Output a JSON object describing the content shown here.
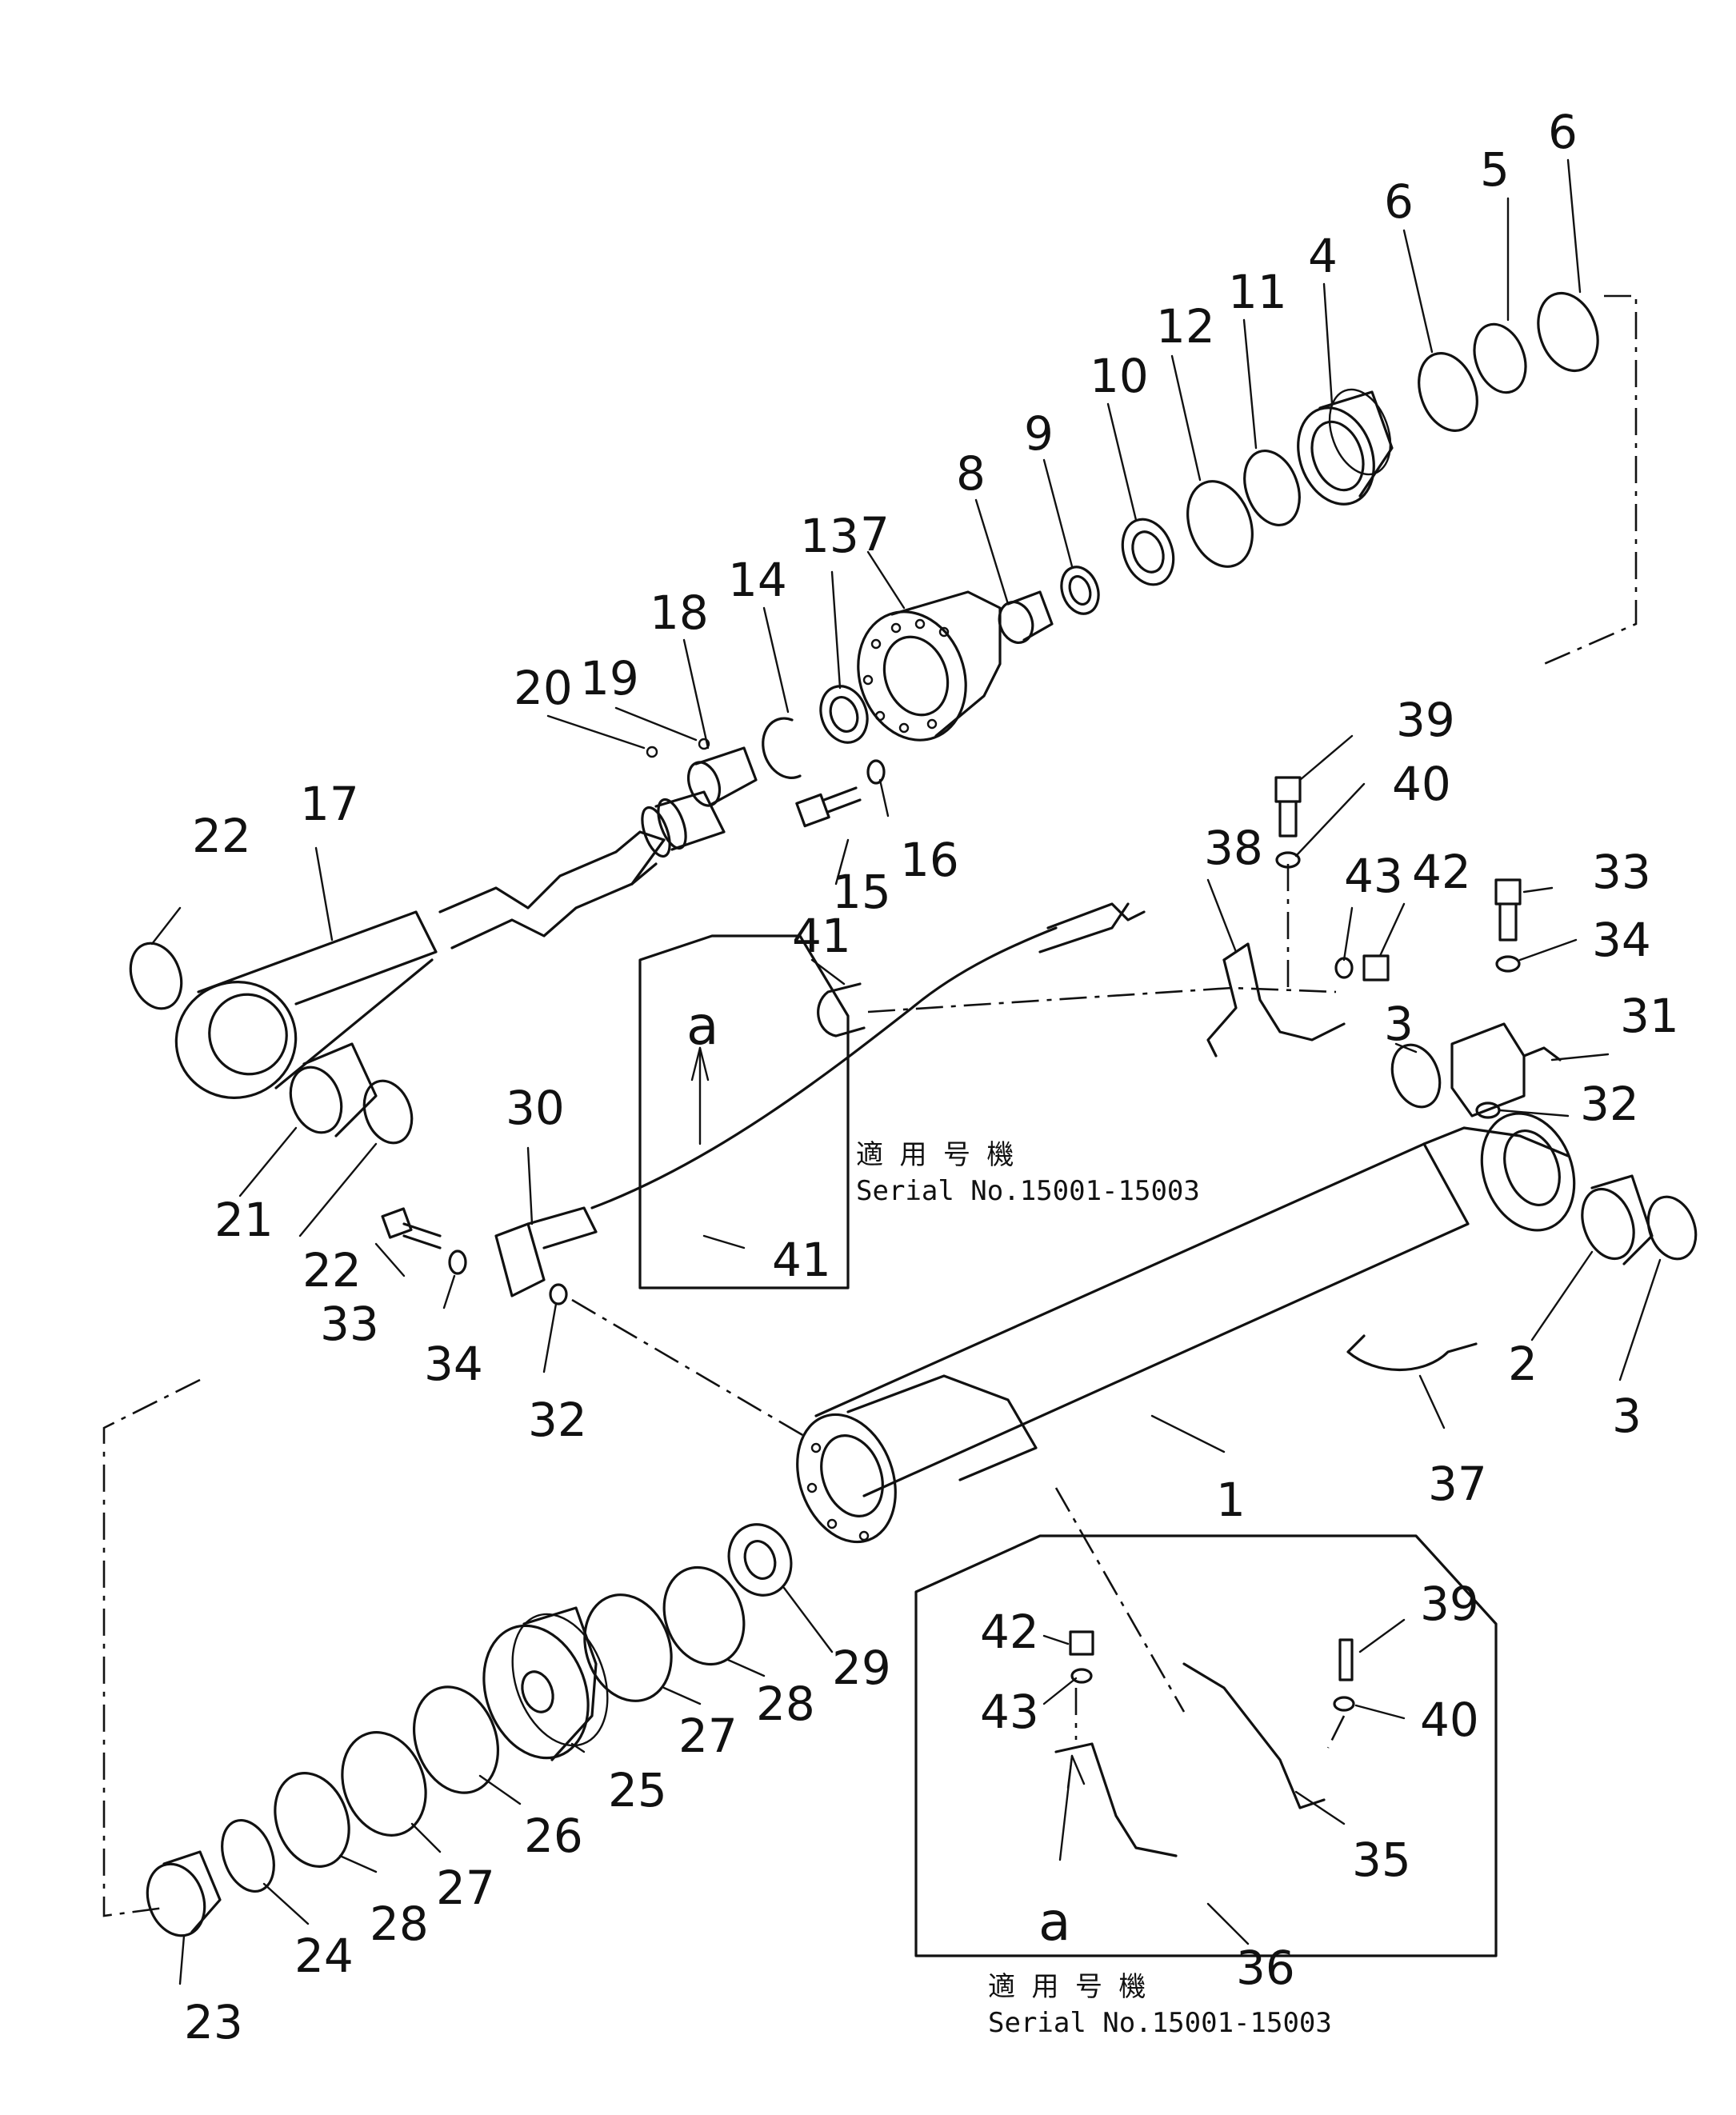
{
  "labels": [
    "6",
    "5",
    "6",
    "4",
    "11",
    "12",
    "10",
    "9",
    "8",
    "7",
    "13",
    "14",
    "18",
    "19",
    "20",
    "17",
    "22",
    "21",
    "22",
    "15",
    "16",
    "39",
    "40",
    "38",
    "43",
    "42",
    "33",
    "34",
    "41",
    "31",
    "3",
    "32",
    "30",
    "33",
    "34",
    "32",
    "2",
    "3",
    "37",
    "1",
    "29",
    "28",
    "27",
    "25",
    "26",
    "27",
    "28",
    "24",
    "23",
    "42",
    "43",
    "39",
    "40",
    "35",
    "36",
    "41"
  ],
  "letters": [
    "a",
    "a"
  ],
  "serial_notes": [
    {
      "line1": "適 用 号 機",
      "line2": "Serial No.15001-15003"
    },
    {
      "line1": "適 用 号 機",
      "line2": "Serial No.15001-15003"
    }
  ]
}
